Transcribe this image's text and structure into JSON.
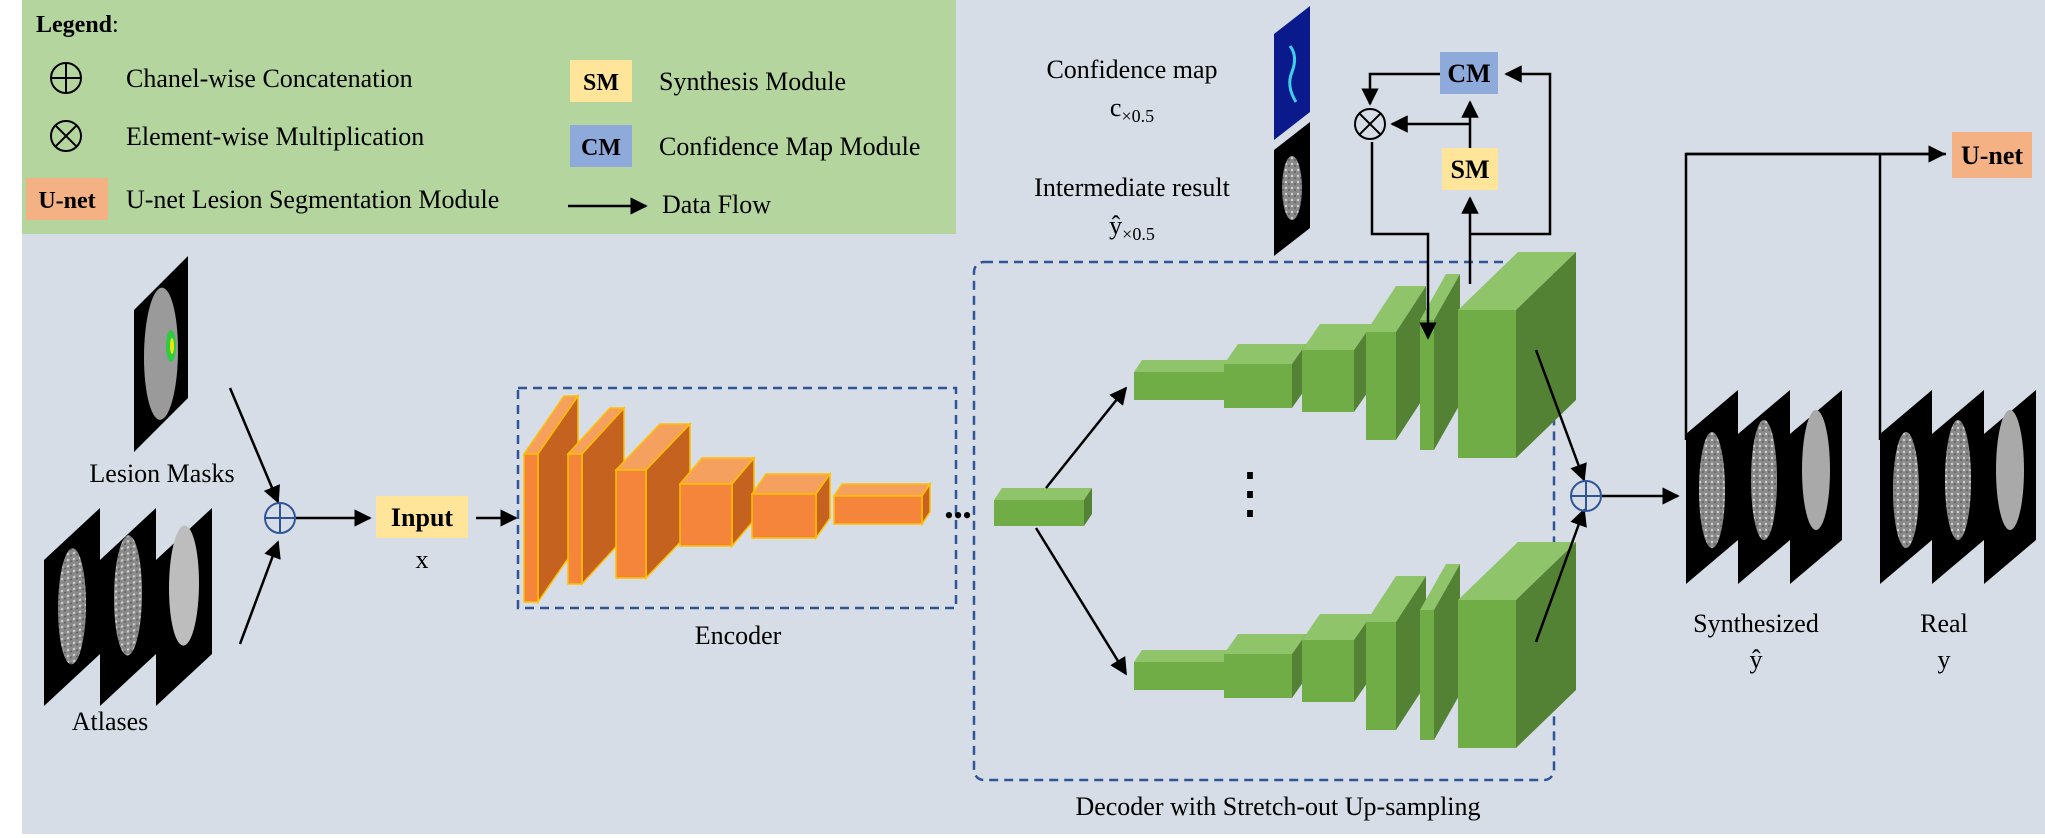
{
  "legend": {
    "title": "Legend",
    "title_suffix": ":",
    "items": {
      "concat": "Chanel-wise Concatenation",
      "mult": "Element-wise Multiplication",
      "unet": "U-net Lesion Segmentation Module",
      "sm": "Synthesis Module",
      "cm": "Confidence Map Module",
      "flow": "Data Flow"
    },
    "badges": {
      "sm": "SM",
      "cm": "CM",
      "unet": "U-net"
    }
  },
  "labels": {
    "lesion_masks": "Lesion Masks",
    "atlases": "Atlases",
    "input": "Input",
    "input_var": "x",
    "encoder": "Encoder",
    "decoder": "Decoder with Stretch-out Up-sampling",
    "confidence_map": "Confidence map",
    "confidence_var": "c",
    "confidence_sub": "×0.5",
    "intermediate": "Intermediate result",
    "intermediate_var": "ŷ",
    "intermediate_sub": "×0.5",
    "synthesized": "Synthesized",
    "synthesized_var": "ŷ",
    "real": "Real",
    "real_var": "y",
    "cm_box": "CM",
    "sm_box": "SM",
    "unet_box": "U-net",
    "dots_h": "•••",
    "dots_v": "⋮"
  },
  "colors": {
    "background": "#d6dde6",
    "legend_bg": "#b5d59f",
    "sm": "#ffe599",
    "cm": "#8eaadb",
    "unet": "#f4b183",
    "encoder_face": "#f4853a",
    "encoder_side": "#c5621f",
    "encoder_top": "#f6a060",
    "encoder_edge": "#ffc000",
    "decoder_face": "#70ad47",
    "decoder_side": "#548235",
    "decoder_top": "#8fc46b",
    "dash": "#2f5597"
  }
}
